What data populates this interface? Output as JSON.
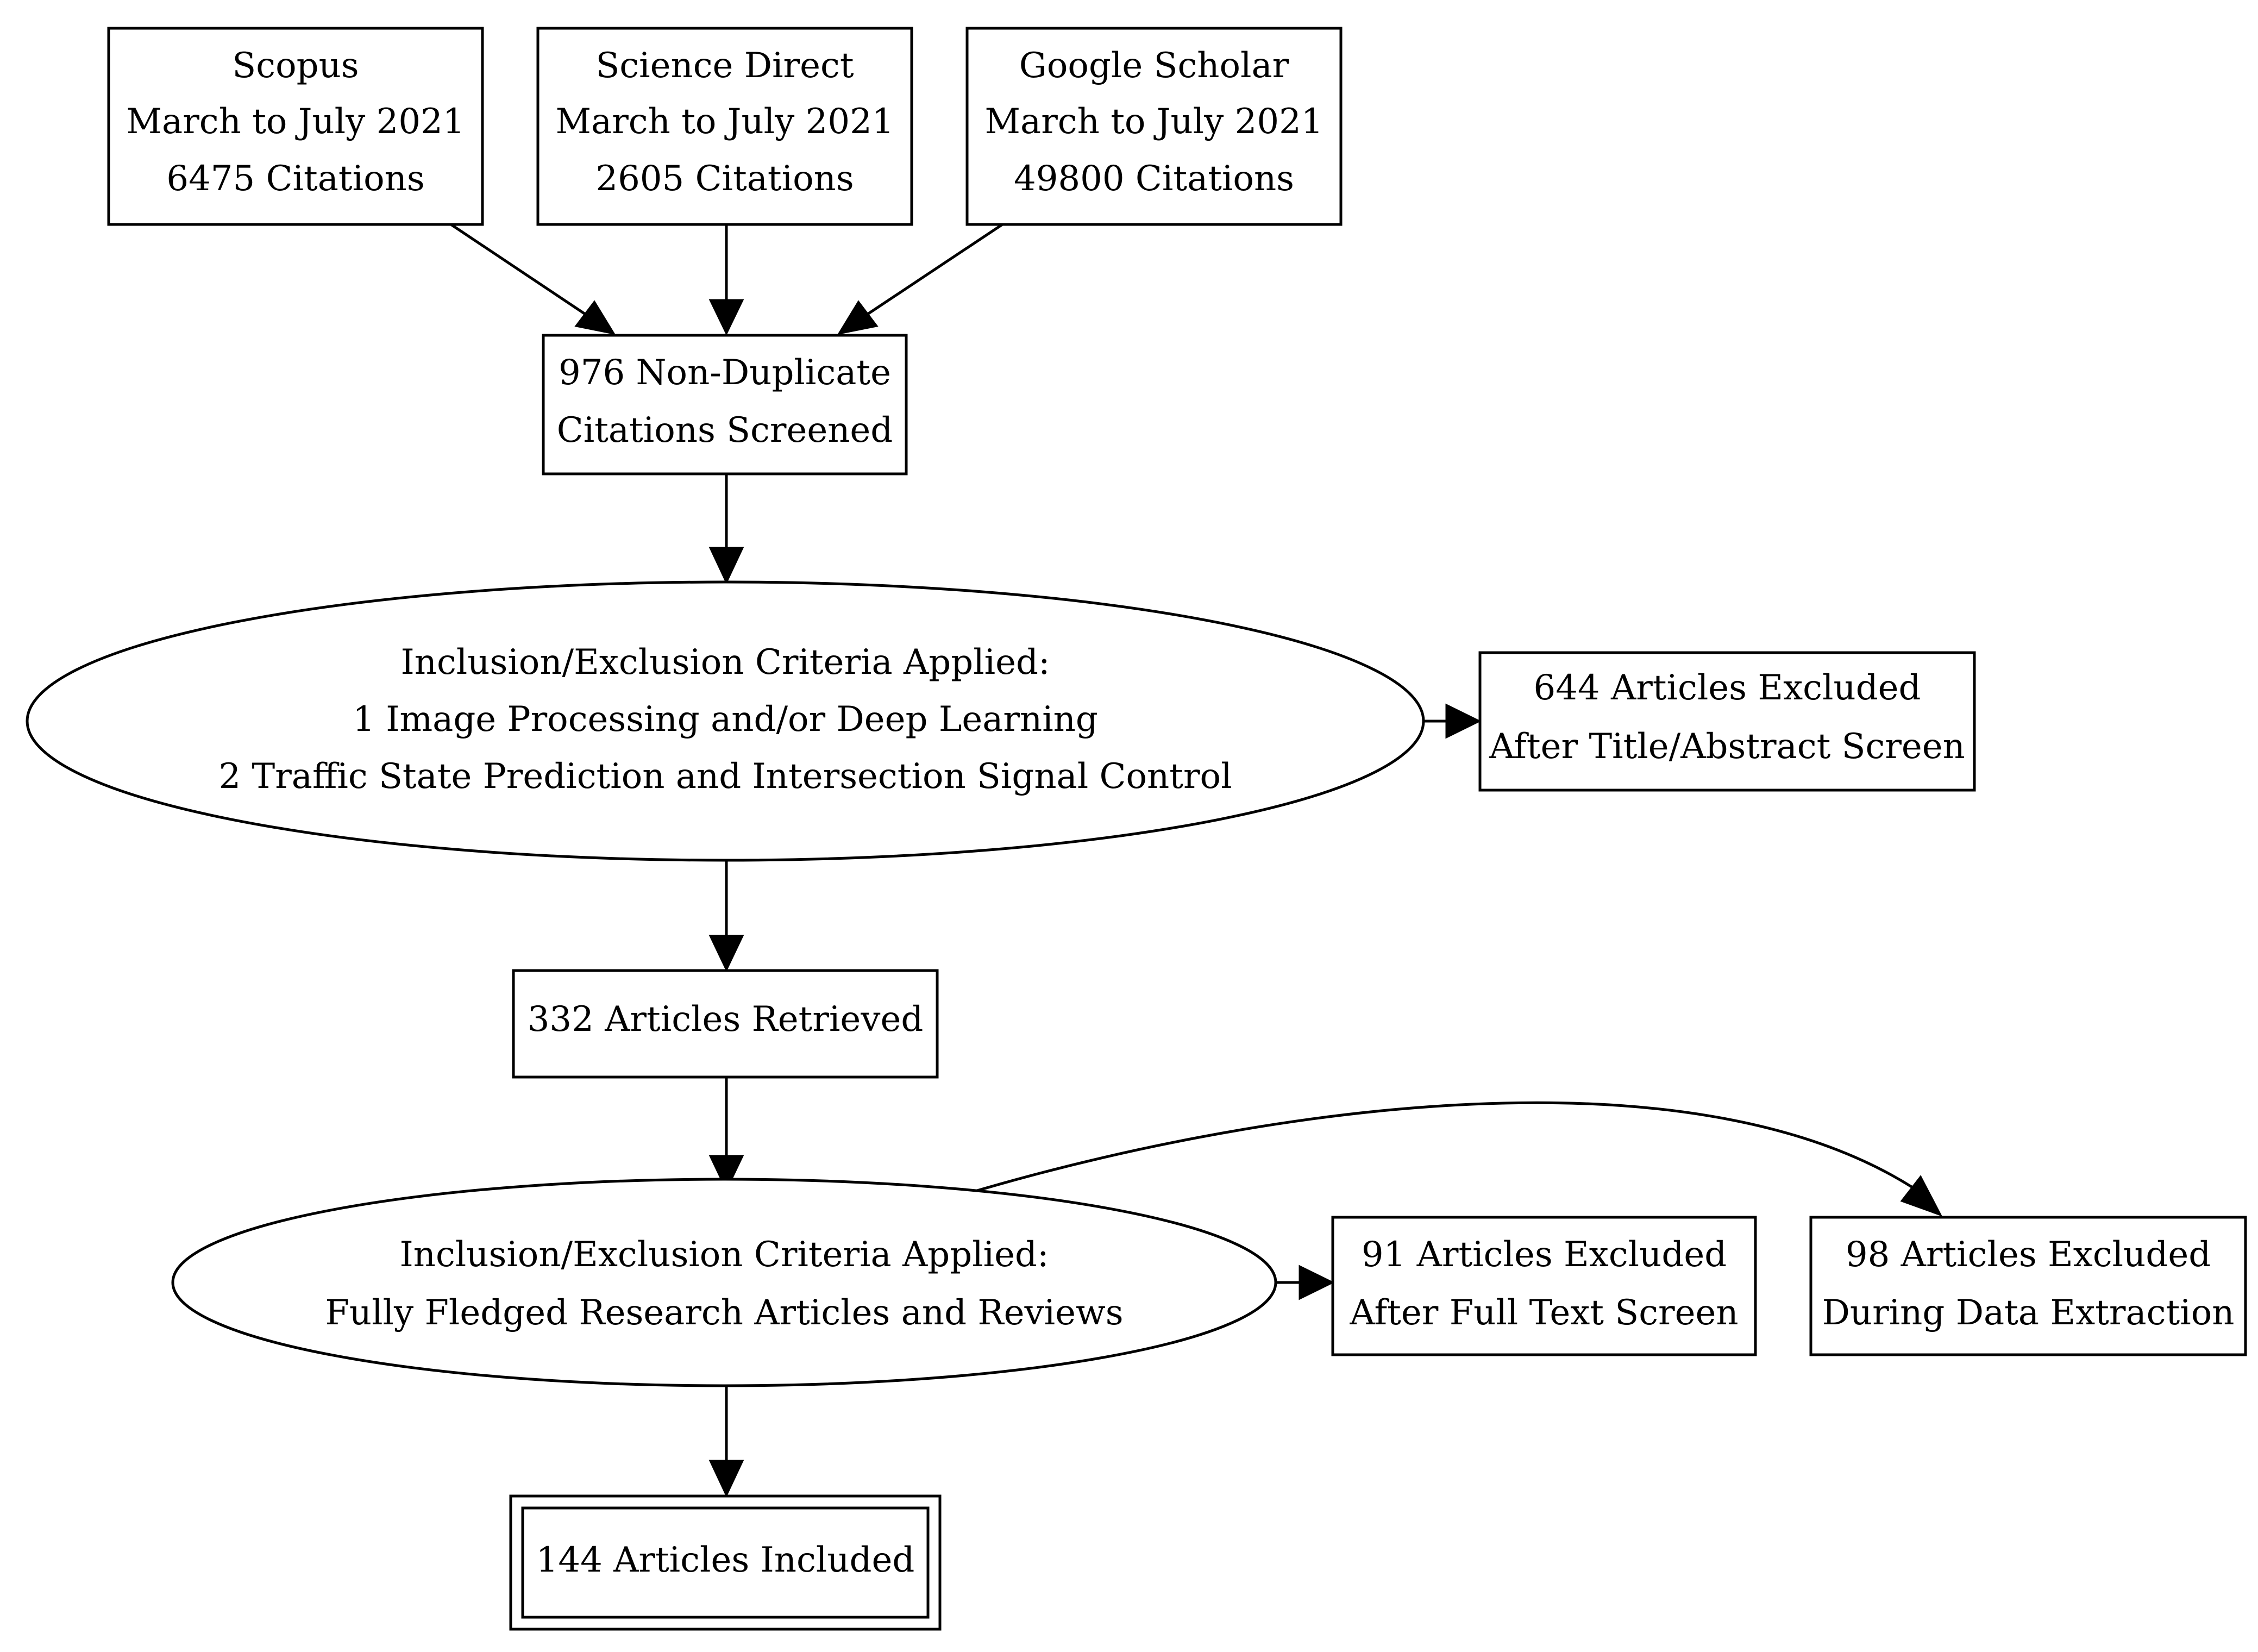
{
  "diagram": {
    "sources": [
      {
        "name": "Scopus",
        "period": "March to July 2021",
        "count": "6475 Citations"
      },
      {
        "name": "Science Direct",
        "period": "March to July 2021",
        "count": "2605 Citations"
      },
      {
        "name": "Google Scholar",
        "period": "March to July 2021",
        "count": "49800 Citations"
      }
    ],
    "screened": {
      "line1": "976 Non-Duplicate",
      "line2": "Citations Screened"
    },
    "criteria1": {
      "line1": "Inclusion/Exclusion Criteria Applied:",
      "line2": "1 Image Processing and/or Deep Learning",
      "line3": "2 Traffic State Prediction and Intersection Signal Control"
    },
    "excluded1": {
      "line1": "644 Articles Excluded",
      "line2": "After Title/Abstract Screen"
    },
    "retrieved": {
      "line1": "332 Articles Retrieved"
    },
    "criteria2": {
      "line1": "Inclusion/Exclusion Criteria Applied:",
      "line2": "Fully Fledged Research Articles and Reviews"
    },
    "excluded2": {
      "line1": "91 Articles Excluded",
      "line2": "After Full Text Screen"
    },
    "excluded3": {
      "line1": "98 Articles Excluded",
      "line2": "During Data Extraction"
    },
    "included": {
      "line1": "144 Articles Included"
    }
  }
}
